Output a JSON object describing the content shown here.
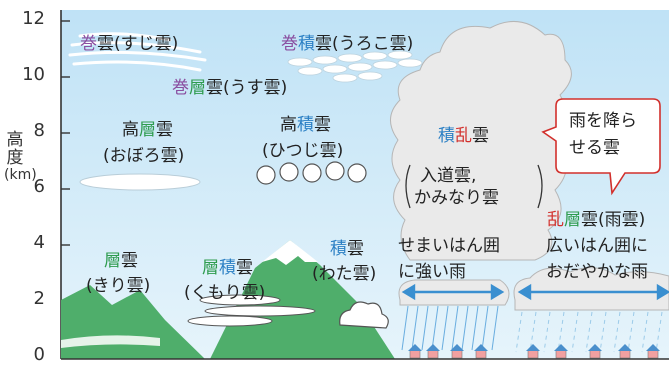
{
  "axis": {
    "ylabel_chars": [
      "高",
      "度",
      "(km)"
    ],
    "ticks": [
      "12",
      "10",
      "8",
      "6",
      "4",
      "2",
      "0"
    ]
  },
  "clouds": {
    "cirrus": {
      "p1": "巻",
      "p2": "雲(すじ雲)"
    },
    "cirrocumulus": {
      "p1": "巻",
      "p2": "積",
      "p3": "雲(うろこ雲)"
    },
    "cirrostratus": {
      "p1": "巻",
      "p2": "層",
      "p3": "雲(うす雲)"
    },
    "altostratus": {
      "p1": "高",
      "p2": "層",
      "p3": "雲",
      "alt": "(おぼろ雲)"
    },
    "altocumulus": {
      "p1": "高",
      "p2": "積",
      "p3": "雲",
      "alt": "(ひつじ雲)"
    },
    "cumulonimbus": {
      "p1": "積",
      "p2": "乱",
      "p3": "雲",
      "alt1": "入道雲,",
      "alt2": "かみなり雲"
    },
    "nimbostratus": {
      "p1": "乱",
      "p2": "層",
      "p3": "雲(雨雲)"
    },
    "stratus": {
      "p1": "層",
      "p2": "雲",
      "alt": "(きり雲)"
    },
    "stratocumulus": {
      "p1": "層",
      "p2": "積",
      "p3": "雲",
      "alt": "(くもり雲)"
    },
    "cumulus": {
      "p1": "積",
      "p2": "雲",
      "alt": "(わた雲)"
    }
  },
  "callout": {
    "line1": "雨を降ら",
    "line2": "せる雲"
  },
  "rain_notes": {
    "cb_line1": "せまいはん囲",
    "cb_line2": "に強い雨",
    "ns_line1": "広いはん囲に",
    "ns_line2": "おだやかな雨"
  },
  "colors": {
    "sky": "#cfe9f7",
    "mountain": "#4fae6b",
    "arrow": "#3a8fd0",
    "rain": "#6aaee0"
  }
}
